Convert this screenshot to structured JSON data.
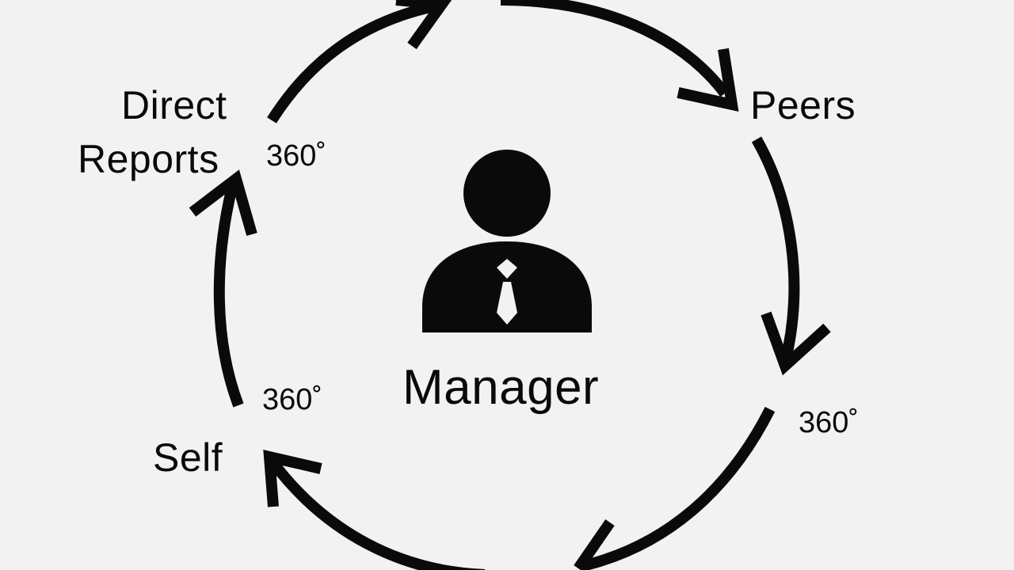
{
  "diagram": {
    "center": {
      "label": "Manager",
      "icon": "person-with-tie-icon"
    },
    "nodes": {
      "peers": "Peers",
      "direct_reports_line1": "Direct",
      "direct_reports_line2": "Reports",
      "self": "Self"
    },
    "degree_labels": {
      "right": "360˚",
      "left_top": "360˚",
      "left_bottom": "360˚"
    },
    "colors": {
      "background": "#f2f2f2",
      "ink": "#0a0a0a"
    },
    "arrows": [
      "cycle-arrow",
      "cycle-arrow",
      "cycle-arrow",
      "cycle-arrow",
      "cycle-arrow"
    ]
  }
}
